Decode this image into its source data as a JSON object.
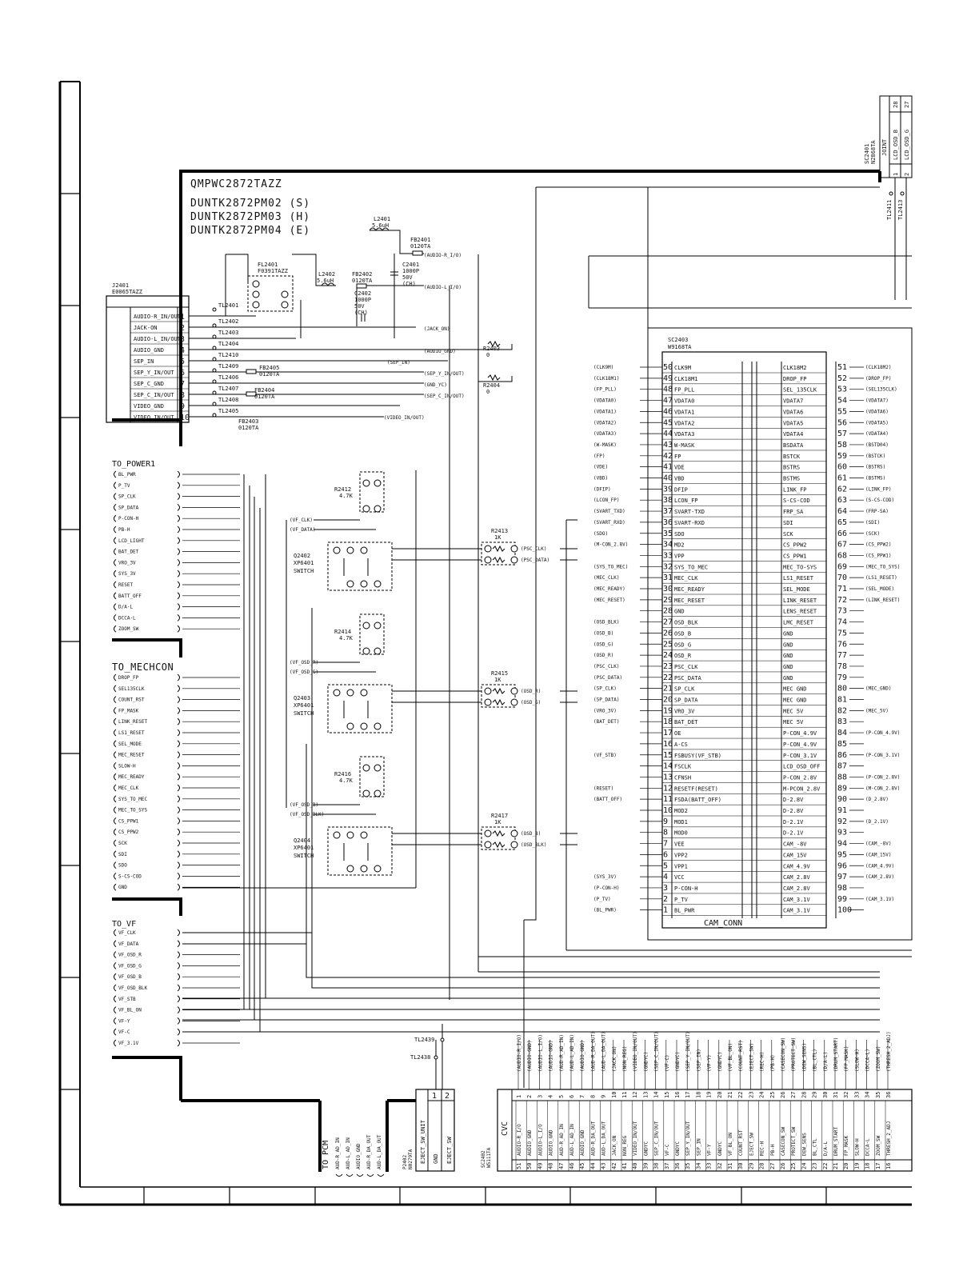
{
  "board": {
    "part_no": "QMPWC2872TAZZ",
    "units": [
      "DUNTK2872PM02 (S)",
      "DUNTK2872PM03 (H)",
      "DUNTK2872PM04 (E)"
    ]
  },
  "j2401": {
    "ref": "J2401",
    "part": "E0065TAZZ",
    "pins": [
      {
        "num": "1",
        "name": "AUDIO-R_IN/OUT"
      },
      {
        "num": "2",
        "name": "JACK-ON"
      },
      {
        "num": "3",
        "name": "AUDIO-L_IN/OUT"
      },
      {
        "num": "4",
        "name": "AUDIO_GND"
      },
      {
        "num": "5",
        "name": "SEP_IN"
      },
      {
        "num": "6",
        "name": "SEP_Y_IN/OUT"
      },
      {
        "num": "7",
        "name": "SEP_C_GND"
      },
      {
        "num": "8",
        "name": "SEP_C_IN/OUT"
      },
      {
        "num": "9",
        "name": "VIDEO_GND"
      },
      {
        "num": "10",
        "name": "VIDEO_IN/OUT"
      }
    ]
  },
  "input_nets": [
    "(AUDIO-R_I/O)",
    "(AUDIO-L_I/O)",
    "(JACK_ON)",
    "(AUDIO_GND)",
    "(SEP_IN)",
    "(SEP_Y_IN/OUT)",
    "(GND_YC)",
    "(SEP_C_IN/OUT)",
    "(VIDEO_IN/OUT)"
  ],
  "testpoints": [
    "TL2401",
    "TL2402",
    "TL2403",
    "TL2404",
    "TL2410",
    "TL2409",
    "TL2406",
    "TL2407",
    "TL2408",
    "TL2405"
  ],
  "front_parts": {
    "fl2401": {
      "ref": "FL2401",
      "part": "F0391TAZZ"
    },
    "l2401": {
      "ref": "L2401",
      "value": "5.6uH"
    },
    "l2402": {
      "ref": "L2402",
      "value": "5.6uH"
    },
    "fb2401": {
      "ref": "FB2401",
      "value": "0120TA"
    },
    "fb2402": {
      "ref": "FB2402",
      "value": "0120TA"
    },
    "fb2403": {
      "ref": "FB2403",
      "value": "0120TA"
    },
    "fb2404": {
      "ref": "FB2404",
      "value": "0120TA"
    },
    "fb2405": {
      "ref": "FB2405",
      "value": "0120TA"
    },
    "c2401": {
      "ref": "C2401",
      "value": "1000P",
      "rating": "50V",
      "type": "(CH)"
    },
    "c2402": {
      "ref": "C2402",
      "value": "1000P",
      "rating": "50V",
      "type": "(CH)"
    },
    "r2403": {
      "ref": "R2403",
      "value": "0"
    },
    "r2404": {
      "ref": "R2404",
      "value": "0"
    }
  },
  "to_power": {
    "title": "TO_POWER1",
    "pins": [
      "BL_PWR",
      "P_TV",
      "SP_CLK",
      "SP_DATA",
      "P-CON-H",
      "PB-H",
      "LCD_LIGHT",
      "BAT_DET",
      "VRO_3V",
      "SYS_3V",
      "RESET",
      "BATT_OFF",
      "D/A-L",
      "DCCA-L",
      "ZOOM_SW"
    ]
  },
  "to_mechcon": {
    "title": "TO_MECHCON",
    "pins": [
      "DROP_FP",
      "SEL135CLK",
      "COUNT_RST",
      "FP_MASK",
      "LINK_RESET",
      "LS1_RESET",
      "SEL_MODE",
      "MEC_RESET",
      "SLOW-H",
      "MEC_READY",
      "MEC_CLK",
      "SYS_TO_MEC",
      "MEC_TO_SYS",
      "CS_PPW1",
      "CS_PPW2",
      "SCK",
      "SDI",
      "SDO",
      "S-CS-COD",
      "GND"
    ]
  },
  "to_vf": {
    "title": "TO_VF",
    "pins": [
      "VF_CLK",
      "VF_DATA",
      "VF_OSD_R",
      "VF_OSD_G",
      "VF_OSD_B",
      "VF_OSD_BLK",
      "VF_STB",
      "VF_BL_ON",
      "VF-Y",
      "VF-C",
      "VF_3.1V"
    ]
  },
  "to_pcm": {
    "title": "TO PCM",
    "pins": [
      "AUD-R_AD_IN",
      "AUD-L_AD_IN",
      "AUDIO_GND",
      "AUD-R_DA_OUT",
      "AUD-L_DA_OUT"
    ]
  },
  "transistors": [
    {
      "ref": "Q2402",
      "part": "XP6401",
      "func": "SWITCH",
      "r_pull": "R2412",
      "r_pull_val": "4.7K",
      "r_ser": "R2413",
      "r_ser_val": "1K",
      "in_a": "(VF_CLK)",
      "in_b": "(VF_DATA)",
      "out_a": "(PSC_CLK)",
      "out_b": "(PSC_DATA)"
    },
    {
      "ref": "Q2403",
      "part": "XP6401",
      "func": "SWITCH",
      "r_pull": "R2414",
      "r_pull_val": "4.7K",
      "r_ser": "R2415",
      "r_ser_val": "1K",
      "in_a": "(VF_OSD_R)",
      "in_b": "(VF_OSD_G)",
      "out_a": "(OSD_R)",
      "out_b": "(OSD_G)"
    },
    {
      "ref": "Q2404",
      "part": "XP6401",
      "func": "SWITCH",
      "r_pull": "R2416",
      "r_pull_val": "4.7K",
      "r_ser": "R2417",
      "r_ser_val": "1K",
      "in_a": "(VF_OSD_B)",
      "in_b": "(VF_OSD_BLK)",
      "out_a": "(OSD_B)",
      "out_b": "(OSD_BLK)"
    }
  ],
  "cam_conn": {
    "ref": "SC2403",
    "part": "W9168TA",
    "title": "CAM_CONN",
    "left": [
      [
        "50",
        "CLK9M"
      ],
      [
        "49",
        "CLK18M1"
      ],
      [
        "48",
        "FP_PLL"
      ],
      [
        "47",
        "VDATA0"
      ],
      [
        "46",
        "VDATA1"
      ],
      [
        "45",
        "VDATA2"
      ],
      [
        "44",
        "VDATA3"
      ],
      [
        "43",
        "W-MASK"
      ],
      [
        "42",
        "FP"
      ],
      [
        "41",
        "VDE"
      ],
      [
        "40",
        "VBD"
      ],
      [
        "39",
        "DFIP"
      ],
      [
        "38",
        "LCON_FP"
      ],
      [
        "37",
        "SVART-TXD"
      ],
      [
        "36",
        "SVART-RXD"
      ],
      [
        "35",
        "SDO"
      ],
      [
        "34",
        "MD2"
      ],
      [
        "33",
        "VPP"
      ],
      [
        "32",
        "SYS_TO_MEC"
      ],
      [
        "31",
        "MEC_CLK"
      ],
      [
        "30",
        "MEC_READY"
      ],
      [
        "29",
        "MEC_RESET"
      ],
      [
        "28",
        "GND"
      ],
      [
        "27",
        "OSD_BLK"
      ],
      [
        "26",
        "OSD_B"
      ],
      [
        "25",
        "OSD_G"
      ],
      [
        "24",
        "OSD_R"
      ],
      [
        "23",
        "PSC_CLK"
      ],
      [
        "22",
        "PSC_DATA"
      ],
      [
        "21",
        "SP_CLK"
      ],
      [
        "20",
        "SP_DATA"
      ],
      [
        "19",
        "VRO_3V"
      ],
      [
        "18",
        "BAT_DET"
      ],
      [
        "17",
        "OE"
      ],
      [
        "16",
        "A-CS"
      ],
      [
        "15",
        "FSBUSY(VF_STB)"
      ],
      [
        "14",
        "FSCLK"
      ],
      [
        "13",
        "CFNSH"
      ],
      [
        "12",
        "RESETF(RESET)"
      ],
      [
        "11",
        "FSDA(BATT_OFF)"
      ],
      [
        "10",
        "MOD2"
      ],
      [
        "9",
        "MOD1"
      ],
      [
        "8",
        "MOD0"
      ],
      [
        "7",
        "VEE"
      ],
      [
        "6",
        "VPP2"
      ],
      [
        "5",
        "VPP1"
      ],
      [
        "4",
        "VCC"
      ],
      [
        "3",
        "P-CON-H"
      ],
      [
        "2",
        "P_TV"
      ],
      [
        "1",
        "BL_PWR"
      ]
    ],
    "right": [
      [
        "51",
        "CLK18M2"
      ],
      [
        "52",
        "DROP_FP"
      ],
      [
        "53",
        "SEL_135CLK"
      ],
      [
        "54",
        "VDATA7"
      ],
      [
        "55",
        "VDATA6"
      ],
      [
        "56",
        "VDATA5"
      ],
      [
        "57",
        "VDATA4"
      ],
      [
        "58",
        "BSDATA"
      ],
      [
        "59",
        "BSTCK"
      ],
      [
        "60",
        "BSTRS"
      ],
      [
        "61",
        "BSTMS"
      ],
      [
        "62",
        "LINK_FP"
      ],
      [
        "63",
        "S-CS-COD"
      ],
      [
        "64",
        "FRP_SA"
      ],
      [
        "65",
        "SDI"
      ],
      [
        "66",
        "SCK"
      ],
      [
        "67",
        "CS_PPW2"
      ],
      [
        "68",
        "CS_PPW1"
      ],
      [
        "69",
        "MEC_TO-SYS"
      ],
      [
        "70",
        "LS1_RESET"
      ],
      [
        "71",
        "SEL_MODE"
      ],
      [
        "72",
        "LINK_RESET"
      ],
      [
        "73",
        "LENS_RESET"
      ],
      [
        "74",
        "LMC_RESET"
      ],
      [
        "75",
        "GND"
      ],
      [
        "76",
        "GND"
      ],
      [
        "77",
        "GND"
      ],
      [
        "78",
        "GND"
      ],
      [
        "79",
        "GND"
      ],
      [
        "80",
        "MEC GND"
      ],
      [
        "81",
        "MEC GND"
      ],
      [
        "82",
        "MEC 5V"
      ],
      [
        "83",
        "MEC 5V"
      ],
      [
        "84",
        "P-CON_4.9V"
      ],
      [
        "85",
        "P-CON_4.9V"
      ],
      [
        "86",
        "P-CON_3.1V"
      ],
      [
        "87",
        "LCD_OSD_OFF"
      ],
      [
        "88",
        "P-CON_2.8V"
      ],
      [
        "89",
        "M-PCON_2.8V"
      ],
      [
        "90",
        "D-2.8V"
      ],
      [
        "91",
        "D-2.8V"
      ],
      [
        "92",
        "D-2.1V"
      ],
      [
        "93",
        "D-2.1V"
      ],
      [
        "94",
        "CAM_-8V"
      ],
      [
        "95",
        "CAM_15V"
      ],
      [
        "96",
        "CAM_4.9V"
      ],
      [
        "97",
        "CAM_2.8V"
      ],
      [
        "98",
        "CAM_2.8V"
      ],
      [
        "99",
        "CAM_3.1V"
      ],
      [
        "100",
        "CAM_3.1V"
      ]
    ],
    "left_nets": [
      "(CLK9M)",
      "(CLK18M1)",
      "(FP_PLL)",
      "(VDATA0)",
      "(VDATA1)",
      "(VDATA2)",
      "(VDATA3)",
      "(W-MASK)",
      "(FP)",
      "(VDE)",
      "(VBD)",
      "(DFIP)",
      "(LCON_FP)",
      "(SVART_TXD)",
      "(SVART_RXD)",
      "(SDO)",
      "(M-CON_2.8V)",
      "",
      "(SYS_TO_MEC)",
      "(MEC_CLK)",
      "(MEC_READY)",
      "(MEC_RESET)",
      "",
      "(OSD_BLK)",
      "(OSD_B)",
      "(OSD_G)",
      "(OSD_R)",
      "(PSC_CLK)",
      "(PSC_DATA)",
      "(SP_CLK)",
      "(SP_DATA)",
      "(VRO_3V)",
      "(BAT_DET)",
      "",
      "",
      "(VF_STB)",
      "",
      "",
      "(RESET)",
      "(BATT_OFF)",
      "",
      "",
      "",
      "",
      "",
      "",
      "(SYS_3V)",
      "(P-CON-H)",
      "(P_TV)",
      "(BL_PWR)"
    ],
    "right_nets": [
      "(CLK18M2)",
      "(DROP_FP)",
      "(SEL135CLK)",
      "(VDATA7)",
      "(VDATA6)",
      "(VDATA5)",
      "(VDATA4)",
      "(BSTD04)",
      "(BSTCK)",
      "(BSTRS)",
      "(BSTMS)",
      "(LINK_FP)",
      "(S-CS-COD)",
      "(FRP-SA)",
      "(SDI)",
      "(SCK)",
      "(CS_PPW2)",
      "(CS_PPW1)",
      "(MEC_TO_SYS)",
      "(LS1_RESET)",
      "(SEL_MODE)",
      "(LINK_RESET)",
      "",
      "",
      "",
      "",
      "",
      "",
      "",
      "(MEC_GND)",
      "",
      "(MEC_5V)",
      "",
      "(P-CON_4.9V)",
      "",
      "(P-CON_3.1V)",
      "",
      "(P-CON_2.8V)",
      "(M-CON_2.8V)",
      "(D_2.8V)",
      "",
      "(D_2.1V)",
      "",
      "(CAM_-8V)",
      "(CAM_15V)",
      "(CAM_4.9V)",
      "(CAM_2.8V)",
      "",
      "(CAM_3.1V)",
      ""
    ]
  },
  "joint": {
    "ref": "SC2401",
    "part": "N2868TA",
    "title": "JOINT",
    "pins": [
      [
        "1",
        "LCD_OSD_B"
      ],
      [
        "2",
        "LCD_OSD_G"
      ]
    ],
    "pin_nums": [
      "28",
      "27"
    ],
    "testpoints": [
      "TL2411",
      "TL2413"
    ]
  },
  "eject": {
    "ref": "P2402",
    "part": "N0279TA",
    "title": "EJECT_SW_UNIT",
    "pins": [
      [
        "1",
        "GND"
      ],
      [
        "2",
        "EJECT_SW"
      ]
    ],
    "testpoints": [
      "TL2439",
      "TL2438"
    ]
  },
  "cvc": {
    "ref": "SC2402",
    "part": "W5111TA",
    "title": "CVC",
    "pins": [
      [
        "1",
        "51",
        "AUDIO-R_I/O",
        "(AUDIO-R_I/O)"
      ],
      [
        "2",
        "50",
        "AUDIO_GND",
        "(AUDIO-GND)"
      ],
      [
        "3",
        "49",
        "AUDIO-L_I/O",
        "(AUDIO-L_I/O)"
      ],
      [
        "4",
        "48",
        "AUDIO_GND",
        "(AUDIO-GND)"
      ],
      [
        "5",
        "47",
        "AUD-R_AD_IN",
        "(AUD-R_AD_IN)"
      ],
      [
        "6",
        "46",
        "AUD-L_AD_IN",
        "(AUD-L_AD_IN)"
      ],
      [
        "7",
        "45",
        "AUDIO_GND",
        "(AUDIO_GND)"
      ],
      [
        "8",
        "44",
        "AUD-R_DA_OUT",
        "(AUD-R_DA_OUT)"
      ],
      [
        "9",
        "43",
        "AUD-L_DA_OUT",
        "(AUD-L_DA_OUT)"
      ],
      [
        "10",
        "42",
        "JACK_ON",
        "(JACK_ON)"
      ],
      [
        "11",
        "41",
        "NON_REG",
        "(NON_REG)"
      ],
      [
        "12",
        "40",
        "VIDEO_IN/OUT",
        "(VIDEO_IN/OUT)"
      ],
      [
        "13",
        "39",
        "GNDYC",
        "(GNDYC)"
      ],
      [
        "14",
        "38",
        "SEP_C_IN/OUT",
        "(SEP_C_IN/OUT)"
      ],
      [
        "15",
        "37",
        "VF-C",
        "(VF-C)"
      ],
      [
        "16",
        "36",
        "GNDYC",
        "(GNDYC)"
      ],
      [
        "17",
        "35",
        "SEP_Y_IN/OUT",
        "(SEP_Y_IN/OUT)"
      ],
      [
        "18",
        "34",
        "SEP_IN",
        "(SEP_IN)"
      ],
      [
        "19",
        "33",
        "VF-Y",
        "(VF-Y)"
      ],
      [
        "20",
        "32",
        "GNDYC",
        "(GNDYC)"
      ],
      [
        "21",
        "31",
        "VF_BL_ON",
        "(VF_BL_ON)"
      ],
      [
        "22",
        "30",
        "COUNT_RST",
        "(COUNT_RST)"
      ],
      [
        "23",
        "29",
        "EJECT_SW",
        "(EJECT_SW)"
      ],
      [
        "24",
        "28",
        "REC-H",
        "(REC-H)"
      ],
      [
        "25",
        "27",
        "PB-H",
        "(PB-H)"
      ],
      [
        "26",
        "26",
        "CASECON_SW",
        "(CASECON_SW)"
      ],
      [
        "27",
        "25",
        "PROTECT_SW",
        "(PROTECT_SW)"
      ],
      [
        "28",
        "24",
        "DEW_SENS",
        "(DEW_SENS)"
      ],
      [
        "29",
        "23",
        "BL_CTL",
        "(BL_CTL)"
      ],
      [
        "30",
        "22",
        "D/A-L",
        "(D/A-L)"
      ],
      [
        "31",
        "21",
        "DRUM_START",
        "(DRUM_START)"
      ],
      [
        "32",
        "20",
        "FP_MASK",
        "(FP_MASK)"
      ],
      [
        "33",
        "19",
        "SLOW-H",
        "(SLOW-H)"
      ],
      [
        "34",
        "18",
        "DCCA-L",
        "(DCCA-L)"
      ],
      [
        "35",
        "17",
        "ZOOM_SW",
        "(ZOOM_SW)"
      ],
      [
        "36",
        "16",
        "THRESH_2_ADJ",
        "(THRESH_2_ADJ)"
      ]
    ]
  }
}
